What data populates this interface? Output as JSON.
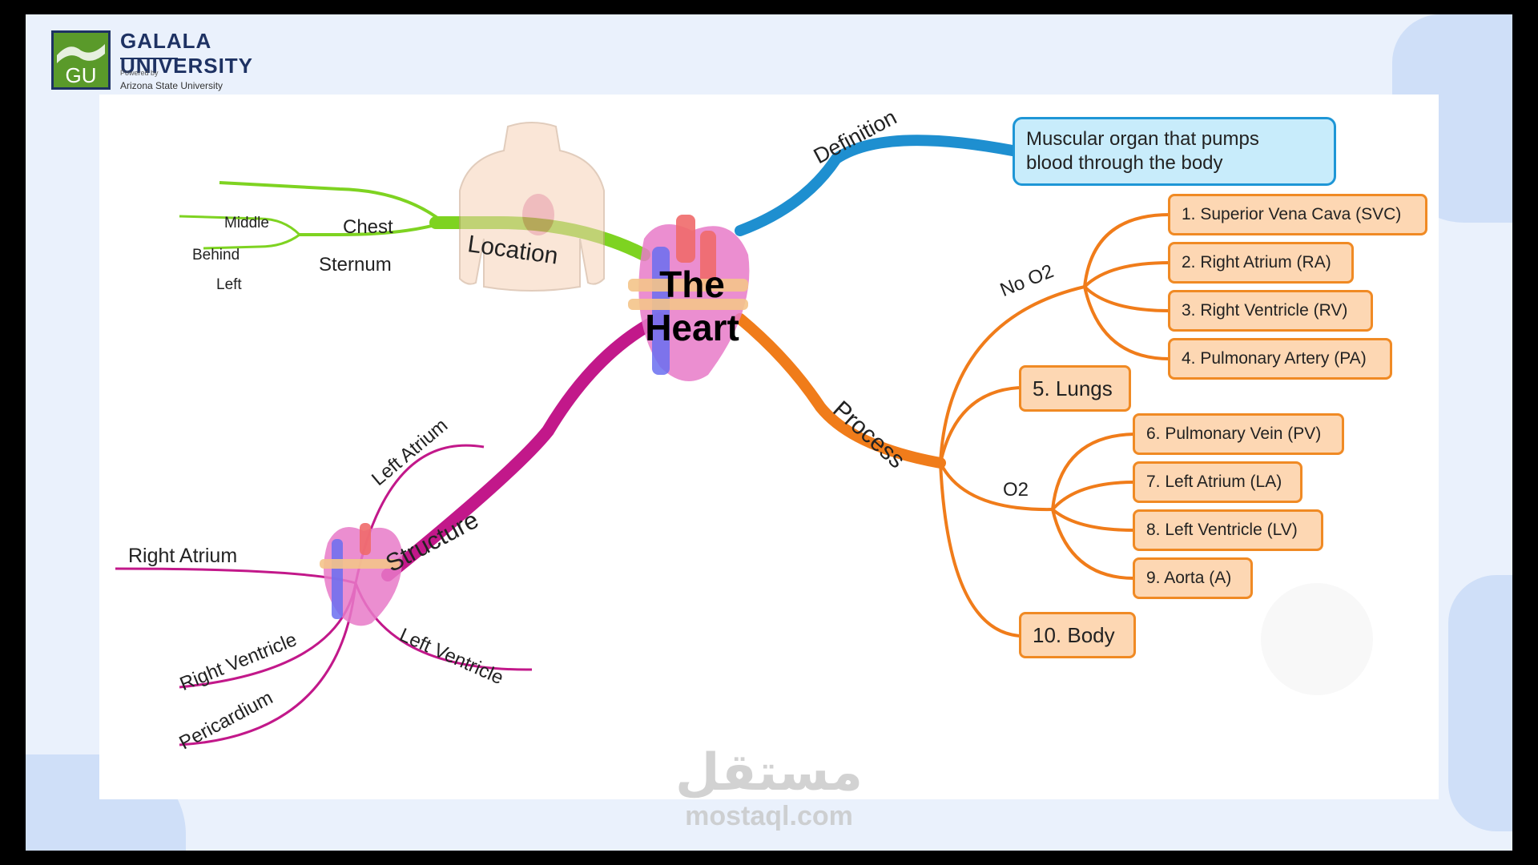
{
  "logo": {
    "name": "GALALA UNIVERSITY",
    "initials": "GU",
    "powered_by": "Powered by",
    "partner": "Arizona State University"
  },
  "mindmap": {
    "center": [
      "The",
      "Heart"
    ],
    "branches": {
      "definition": {
        "label": "Definition",
        "text": [
          "Muscular organ that pumps",
          "blood through the body"
        ],
        "color": "#1e8fd0"
      },
      "location": {
        "label": "Location",
        "color": "#7ed321",
        "items": [
          "Chest",
          "Sternum",
          "Middle",
          "Behind",
          "Left"
        ]
      },
      "structure": {
        "label": "Structure",
        "color": "#c2188a",
        "items": [
          "Left Atrium",
          "Right Atrium",
          "Right Ventricle",
          "Pericardium",
          "Left Ventricle"
        ]
      },
      "process": {
        "label": "Process",
        "color": "#f07c1a",
        "no_o2_label": "No O2",
        "o2_label": "O2",
        "steps": [
          "1. Superior Vena Cava (SVC)",
          "2. Right Atrium (RA)",
          "3. Right Ventricle (RV)",
          "4. Pulmonary Artery (PA)",
          "5. Lungs",
          "6. Pulmonary Vein (PV)",
          "7. Left Atrium (LA)",
          "8. Left Ventricle (LV)",
          "9. Aorta (A)",
          "10. Body"
        ]
      }
    }
  },
  "watermark": {
    "arabic": "مستقل",
    "latin": "mostaql.com"
  }
}
